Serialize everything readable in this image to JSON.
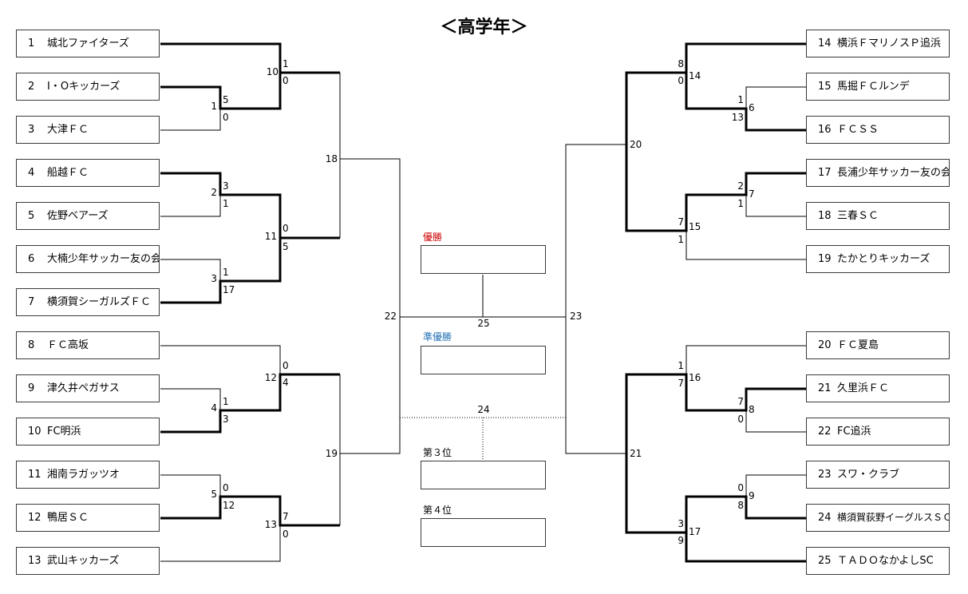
{
  "title": "＜高学年＞",
  "teams": [
    {
      "no": "1",
      "name": "城北ファイターズ"
    },
    {
      "no": "2",
      "name": "I・Oキッカーズ"
    },
    {
      "no": "3",
      "name": "大津ＦＣ"
    },
    {
      "no": "4",
      "name": "船越ＦＣ"
    },
    {
      "no": "5",
      "name": "佐野ベアーズ"
    },
    {
      "no": "6",
      "name": "大楠少年サッカー友の会"
    },
    {
      "no": "7",
      "name": "横須賀シーガルズＦＣ"
    },
    {
      "no": "8",
      "name": "ＦＣ高坂"
    },
    {
      "no": "9",
      "name": "津久井ペガサス"
    },
    {
      "no": "10",
      "name": "FC明浜"
    },
    {
      "no": "11",
      "name": "湘南ラガッツオ"
    },
    {
      "no": "12",
      "name": "鴨居ＳＣ"
    },
    {
      "no": "13",
      "name": "武山キッカーズ"
    },
    {
      "no": "14",
      "name": "横浜ＦマリノスＰ追浜"
    },
    {
      "no": "15",
      "name": "馬掘ＦＣルンデ"
    },
    {
      "no": "16",
      "name": "ＦＣＳＳ"
    },
    {
      "no": "17",
      "name": "長浦少年サッカー友の会"
    },
    {
      "no": "18",
      "name": "三春ＳＣ"
    },
    {
      "no": "19",
      "name": "たかとりキッカーズ"
    },
    {
      "no": "20",
      "name": "ＦＣ夏島"
    },
    {
      "no": "21",
      "name": "久里浜ＦＣ"
    },
    {
      "no": "22",
      "name": "FC追浜"
    },
    {
      "no": "23",
      "name": "スワ・クラブ"
    },
    {
      "no": "24",
      "name": "横須賀荻野イーグルスＳＣ"
    },
    {
      "no": "25",
      "name": "ＴＡＤＯなかよしSC"
    }
  ],
  "matches": [
    {
      "no": "1",
      "scores": [
        "5",
        "0"
      ]
    },
    {
      "no": "2",
      "scores": [
        "3",
        "1"
      ]
    },
    {
      "no": "3",
      "scores": [
        "1",
        "17"
      ]
    },
    {
      "no": "4",
      "scores": [
        "1",
        "3"
      ]
    },
    {
      "no": "5",
      "scores": [
        "0",
        "12"
      ]
    },
    {
      "no": "6",
      "scores": [
        "1",
        "13"
      ]
    },
    {
      "no": "7",
      "scores": [
        "2",
        "1"
      ]
    },
    {
      "no": "8",
      "scores": [
        "7",
        "0"
      ]
    },
    {
      "no": "9",
      "scores": [
        "0",
        "8"
      ]
    },
    {
      "no": "10",
      "scores": [
        "1",
        "0"
      ]
    },
    {
      "no": "11",
      "scores": [
        "0",
        "5"
      ]
    },
    {
      "no": "12",
      "scores": [
        "0",
        "4"
      ]
    },
    {
      "no": "13",
      "scores": [
        "7",
        "0"
      ]
    },
    {
      "no": "14",
      "scores": [
        "8",
        "0"
      ]
    },
    {
      "no": "15",
      "scores": [
        "7",
        "1"
      ]
    },
    {
      "no": "16",
      "scores": [
        "1",
        "7"
      ]
    },
    {
      "no": "17",
      "scores": [
        "3",
        "9"
      ]
    },
    {
      "no": "18",
      "scores": []
    },
    {
      "no": "19",
      "scores": []
    },
    {
      "no": "20",
      "scores": []
    },
    {
      "no": "21",
      "scores": []
    },
    {
      "no": "22",
      "scores": []
    },
    {
      "no": "23",
      "scores": []
    },
    {
      "no": "24",
      "scores": []
    },
    {
      "no": "25",
      "scores": []
    }
  ],
  "results": {
    "champion_label": "優勝",
    "runner_up_label": "準優勝",
    "third_label": "第３位",
    "fourth_label": "第４位"
  },
  "colors": {
    "champion": "#cc0000",
    "runner_up": "#1f6fb5",
    "line": "#000000"
  }
}
